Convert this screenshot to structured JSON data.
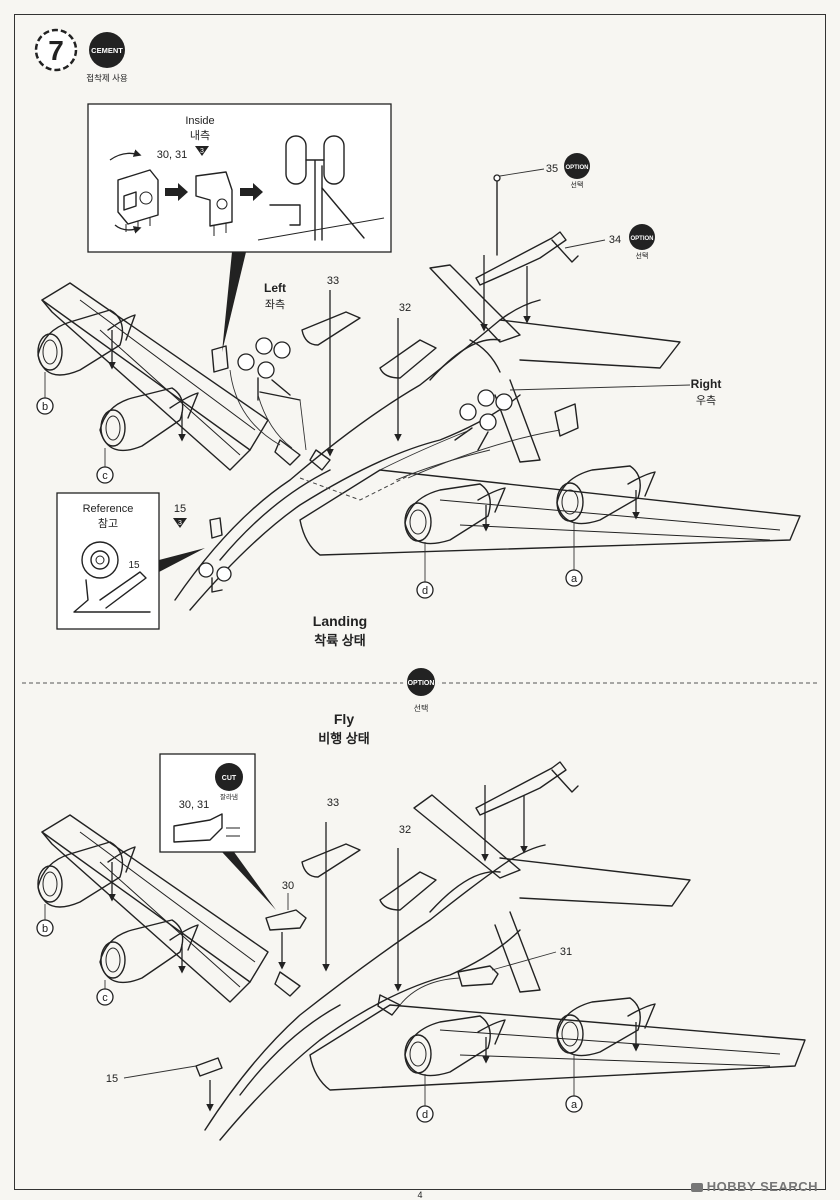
{
  "step": {
    "number": "7",
    "cement_badge": "CEMENT",
    "cement_note": "접착제 사용"
  },
  "inset_inside": {
    "label_en": "Inside",
    "label_ko": "내측",
    "parts": "30, 31",
    "ref_number": "3"
  },
  "landing": {
    "title_en": "Landing",
    "title_ko": "착륙 상태",
    "left_en": "Left",
    "left_ko": "좌측",
    "right_en": "Right",
    "right_ko": "우측",
    "part_35": "35",
    "part_34": "34",
    "part_33": "33",
    "part_32": "32",
    "part_15": "15",
    "option_badge": "OPTION",
    "option_note": "선택",
    "engines": {
      "a": "a",
      "b": "b",
      "c": "c",
      "d": "d"
    }
  },
  "reference_inset": {
    "label_en": "Reference",
    "label_ko": "참고",
    "part": "15",
    "ref_number": "3"
  },
  "divider_option": {
    "badge": "OPTION",
    "note": "선택"
  },
  "fly": {
    "title_en": "Fly",
    "title_ko": "비행 상태",
    "part_33": "33",
    "part_32": "32",
    "part_30": "30",
    "part_31": "31",
    "part_15": "15",
    "engines": {
      "a": "a",
      "b": "b",
      "c": "c",
      "d": "d"
    }
  },
  "cut_inset": {
    "badge": "CUT",
    "note": "잘라냄",
    "parts": "30, 31"
  },
  "page_number": "4",
  "watermark": "HOBBY SEARCH"
}
